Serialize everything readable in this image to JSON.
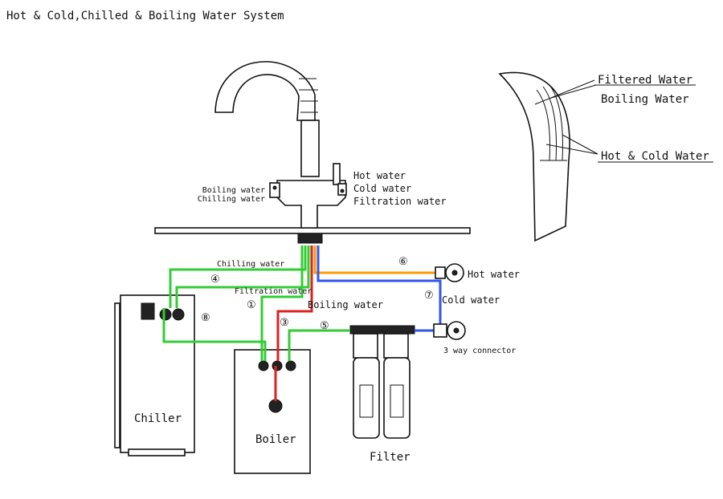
{
  "title": "Hot & Cold,Chilled & Boiling Water System",
  "faucet": {
    "left_top": "Boiling water",
    "left_bottom": "Chilling water",
    "right_1": "Hot water",
    "right_2": "Cold water",
    "right_3": "Filtration water"
  },
  "inset": {
    "label_1": "Filtered Water",
    "label_2": "Boiling Water",
    "label_3": "Hot & Cold Water"
  },
  "pipes": {
    "chilling": "Chilling water",
    "filtration": "Filtration water",
    "boiling": "Boiling water",
    "hot": "Hot water",
    "cold": "Cold water",
    "connector": "3 way connector"
  },
  "numbers": [
    "①",
    "③",
    "④",
    "⑤",
    "⑥",
    "⑦",
    "⑧"
  ],
  "components": {
    "chiller": "Chiller",
    "boiler": "Boiler",
    "filter": "Filter"
  },
  "colors": {
    "green": "#33cc33",
    "red": "#dd2222",
    "orange": "#ff9900",
    "blue": "#3355ee"
  }
}
